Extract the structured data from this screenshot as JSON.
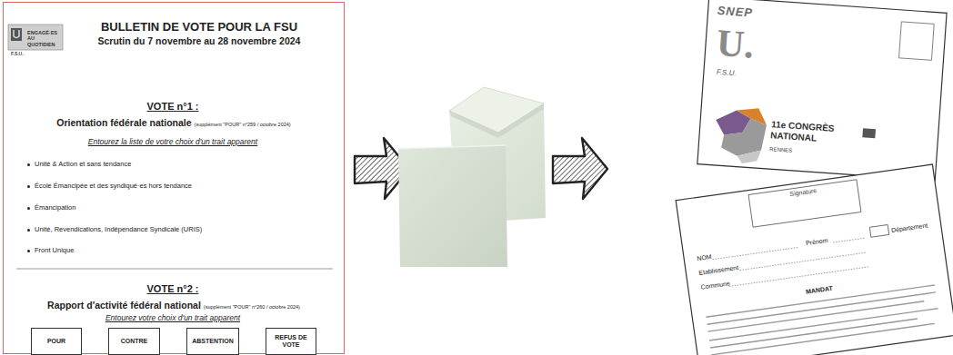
{
  "diagram": {
    "nodes": [
      {
        "text": [
          "BULLETIN DE VOTE POUR LA FSU",
          "Scrutin du 7 novembre au 28 novembre 2024",
          "VOTE n°1 :",
          "Orientation fédérale nationale",
          "(supplément \"POUR\" n°259 / octobre 2024)",
          "Entourez la liste de votre choix d'un trait apparent",
          "Unité & Action et sans tendance",
          "École Émancipée et des syndiqué·es hors tendance",
          "Émancipation",
          "Unité, Revendications, Indépendance Syndicale (URIS)",
          "Front Unique",
          "VOTE n°2 :",
          "Rapport d'activité fédéral national",
          "(supplément \"POUR\" n°260 / octobre 2024)",
          "Entourez votre choix d'un trait apparent"
        ]
      },
      {
        "text": [
          "ENGAGÉ·ES AU QUOTIDIEN"
        ],
        "in": 0
      },
      {
        "text": [
          "POUR"
        ],
        "in": 0
      },
      {
        "text": [
          "CONTRE"
        ],
        "in": 0
      },
      {
        "text": [
          "ABSTENTION"
        ],
        "in": 0
      },
      {
        "text": [
          "REFUS DE VOTE"
        ],
        "in": 0
      },
      {
        "text": [
          "SNEP",
          "U.",
          "F.S.U.",
          "11e CONGRÈS NATIONAL",
          "RENNES"
        ]
      },
      {
        "text": [
          "Signature",
          "NOM",
          "Prénom",
          "Département",
          "Etablissement",
          "Commune",
          "MANDAT"
        ]
      }
    ],
    "labels": [
      "F.S.U."
    ]
  }
}
